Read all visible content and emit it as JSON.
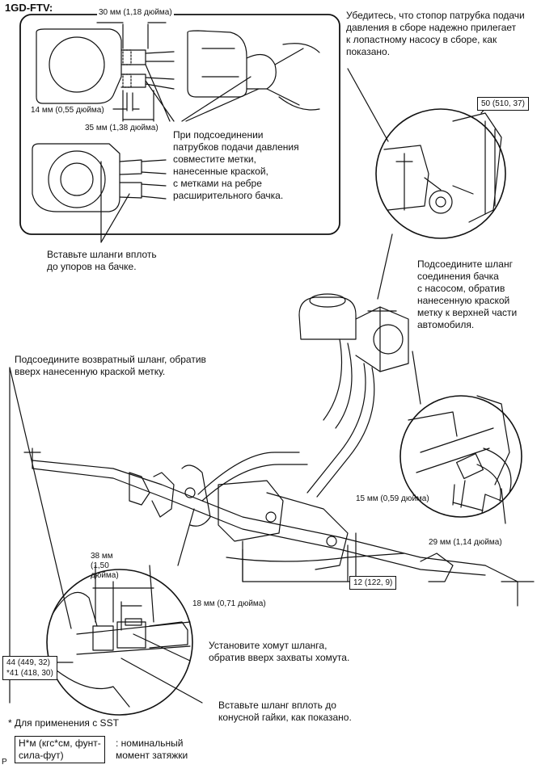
{
  "header": {
    "engine_code": "1GD-FTV:"
  },
  "dims": {
    "d30": "30 мм (1,18 дюйма)",
    "d14": "14 мм (0,55 дюйма)",
    "d35": "35 мм (1,38 дюйма)",
    "d15": "15 мм (0,59 дюйма)",
    "d29": "29 мм (1,14 дюйма)",
    "d38": "38 мм\n(1,50\nдюйма)",
    "d18": "18 мм (0,71 дюйма)"
  },
  "notes": {
    "align_marks": "При подсоединении\nпатрубков подачи давления\nсовместите метки,\nнанесенные краской,\nс метками на ребре\nрасширительного бачка.",
    "insert_hoses": "Вставьте шланги вплоть\nдо упоров на бачке.",
    "stopper_check": "Убедитесь, что стопор патрубка подачи\nдавления в сборе надежно прилегает\nк лопастному насосу в сборе, как\nпоказано.",
    "connect_tank_hose": "Подсоедините шланг\nсоединения бачка\nс насосом, обратив\nнанесенную краской\nметку к верхней части\nавтомобиля.",
    "return_hose": "Подсоедините возвратный шланг, обратив\nвверх нанесенную краской метку.",
    "install_clamp": "Установите хомут шланга,\nобратив вверх захваты хомута.",
    "insert_to_nut": "Вставьте шланг вплоть до\nконусной гайки, как показано.",
    "sst_note": "* Для применения с SST"
  },
  "torque": {
    "t50": "50 (510, 37)",
    "t12": "12 (122, 9)",
    "t44": "44 (449, 32)\n*41 (418, 30)"
  },
  "legend": {
    "unit": "Н*м (кгс*см, фунт-\nсила-фут)",
    "meaning": ": номинальный\nмомент затяжки"
  },
  "corner_mark": "P"
}
